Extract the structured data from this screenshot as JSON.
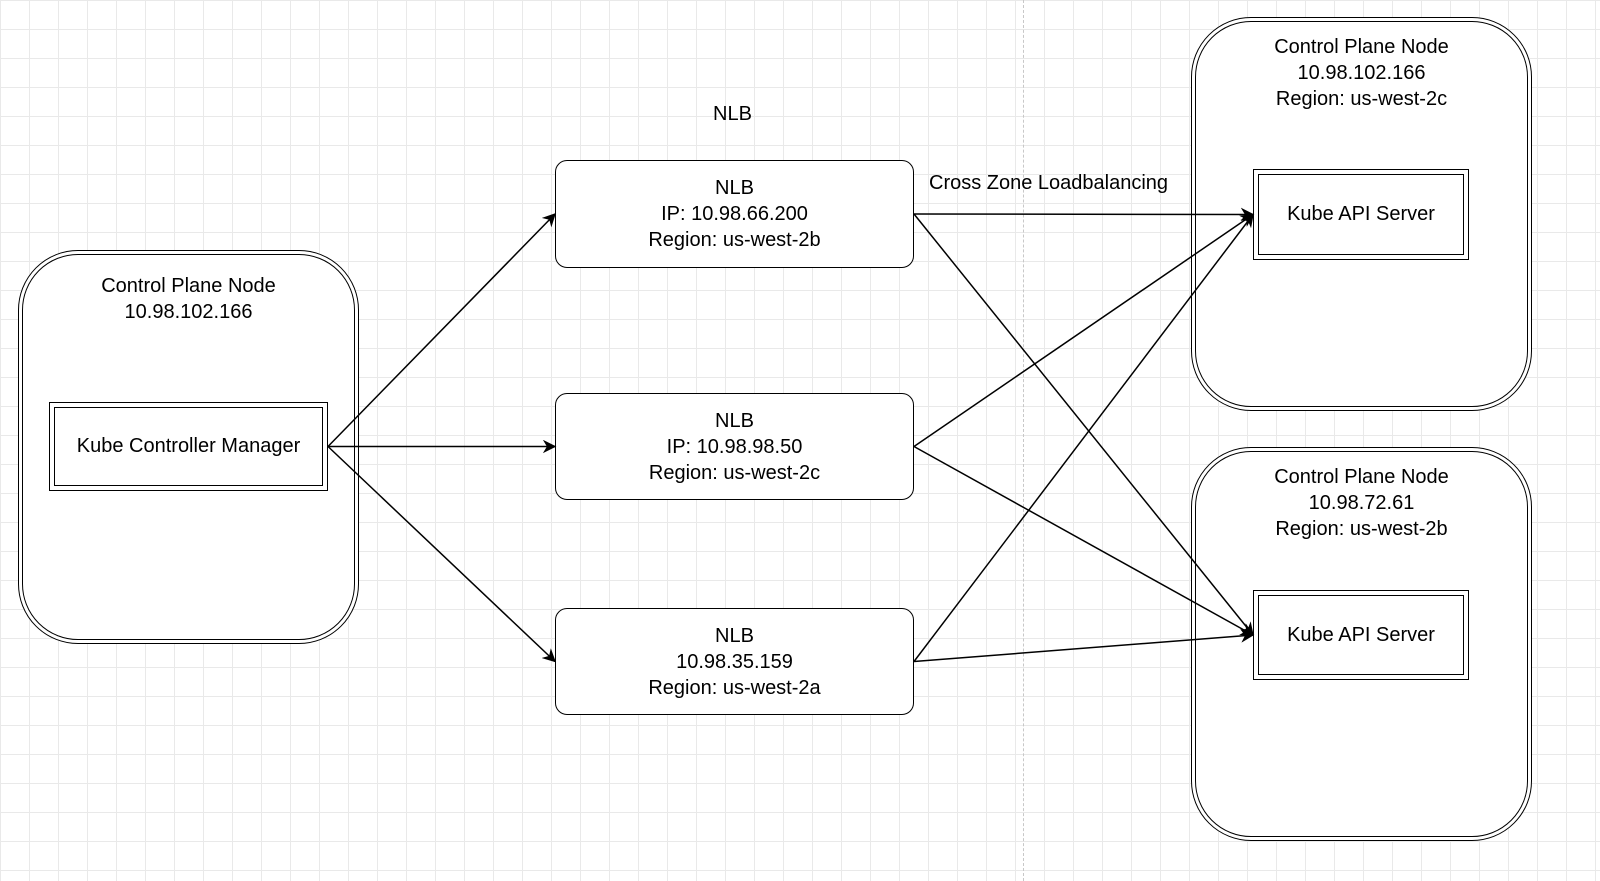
{
  "controller_node": {
    "title": "Control Plane Node",
    "ip": "10.98.102.166",
    "component": "Kube Controller Manager"
  },
  "nlb_group_label": "NLB",
  "nlbs": [
    {
      "title": "NLB",
      "ip": "IP: 10.98.66.200",
      "region": "Region: us-west-2b"
    },
    {
      "title": "NLB",
      "ip": "IP: 10.98.98.50",
      "region": "Region: us-west-2c"
    },
    {
      "title": "NLB",
      "ip": "10.98.35.159",
      "region": "Region: us-west-2a"
    }
  ],
  "cross_zone_label": "Cross Zone Loadbalancing",
  "api_nodes": [
    {
      "title": "Control Plane Node",
      "ip": "10.98.102.166",
      "region": "Region: us-west-2c",
      "component": "Kube API Server"
    },
    {
      "title": "Control Plane Node",
      "ip": "10.98.72.61",
      "region": "Region: us-west-2b",
      "component": "Kube API Server"
    }
  ],
  "connections": [
    {
      "from": "kube-controller-manager",
      "to": "nlb-0"
    },
    {
      "from": "kube-controller-manager",
      "to": "nlb-1"
    },
    {
      "from": "kube-controller-manager",
      "to": "nlb-2"
    },
    {
      "from": "nlb-0",
      "to": "api-server-0"
    },
    {
      "from": "nlb-0",
      "to": "api-server-1"
    },
    {
      "from": "nlb-1",
      "to": "api-server-0"
    },
    {
      "from": "nlb-1",
      "to": "api-server-1"
    },
    {
      "from": "nlb-2",
      "to": "api-server-0"
    },
    {
      "from": "nlb-2",
      "to": "api-server-1"
    }
  ]
}
